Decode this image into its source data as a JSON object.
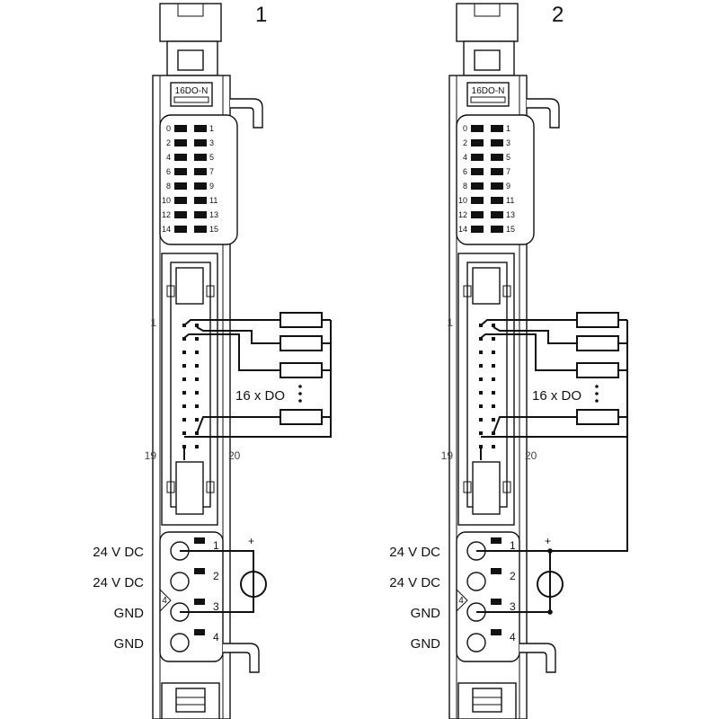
{
  "modules": [
    {
      "number": "1",
      "type_label": "16DO-N",
      "channels": [
        "0",
        "1",
        "2",
        "3",
        "4",
        "5",
        "6",
        "7",
        "8",
        "9",
        "10",
        "11",
        "12",
        "13",
        "14",
        "15"
      ],
      "pin_first": "1",
      "pin_left_bottom": "19",
      "pin_right_bottom": "20",
      "outputs_label": "16 x DO",
      "terminals": [
        {
          "voltage": "24 V DC",
          "number": "1"
        },
        {
          "voltage": "24 V DC",
          "number": "2"
        },
        {
          "voltage": "GND",
          "number": "3"
        },
        {
          "voltage": "GND",
          "number": "4"
        }
      ],
      "supply_polarity": "+",
      "coding_mark": "4"
    },
    {
      "number": "2",
      "type_label": "16DO-N",
      "channels": [
        "0",
        "1",
        "2",
        "3",
        "4",
        "5",
        "6",
        "7",
        "8",
        "9",
        "10",
        "11",
        "12",
        "13",
        "14",
        "15"
      ],
      "pin_first": "1",
      "pin_left_bottom": "19",
      "pin_right_bottom": "20",
      "outputs_label": "16 x DO",
      "terminals": [
        {
          "voltage": "24 V DC",
          "number": "1"
        },
        {
          "voltage": "24 V DC",
          "number": "2"
        },
        {
          "voltage": "GND",
          "number": "3"
        },
        {
          "voltage": "GND",
          "number": "4"
        }
      ],
      "supply_polarity": "+",
      "coding_mark": "4"
    }
  ]
}
